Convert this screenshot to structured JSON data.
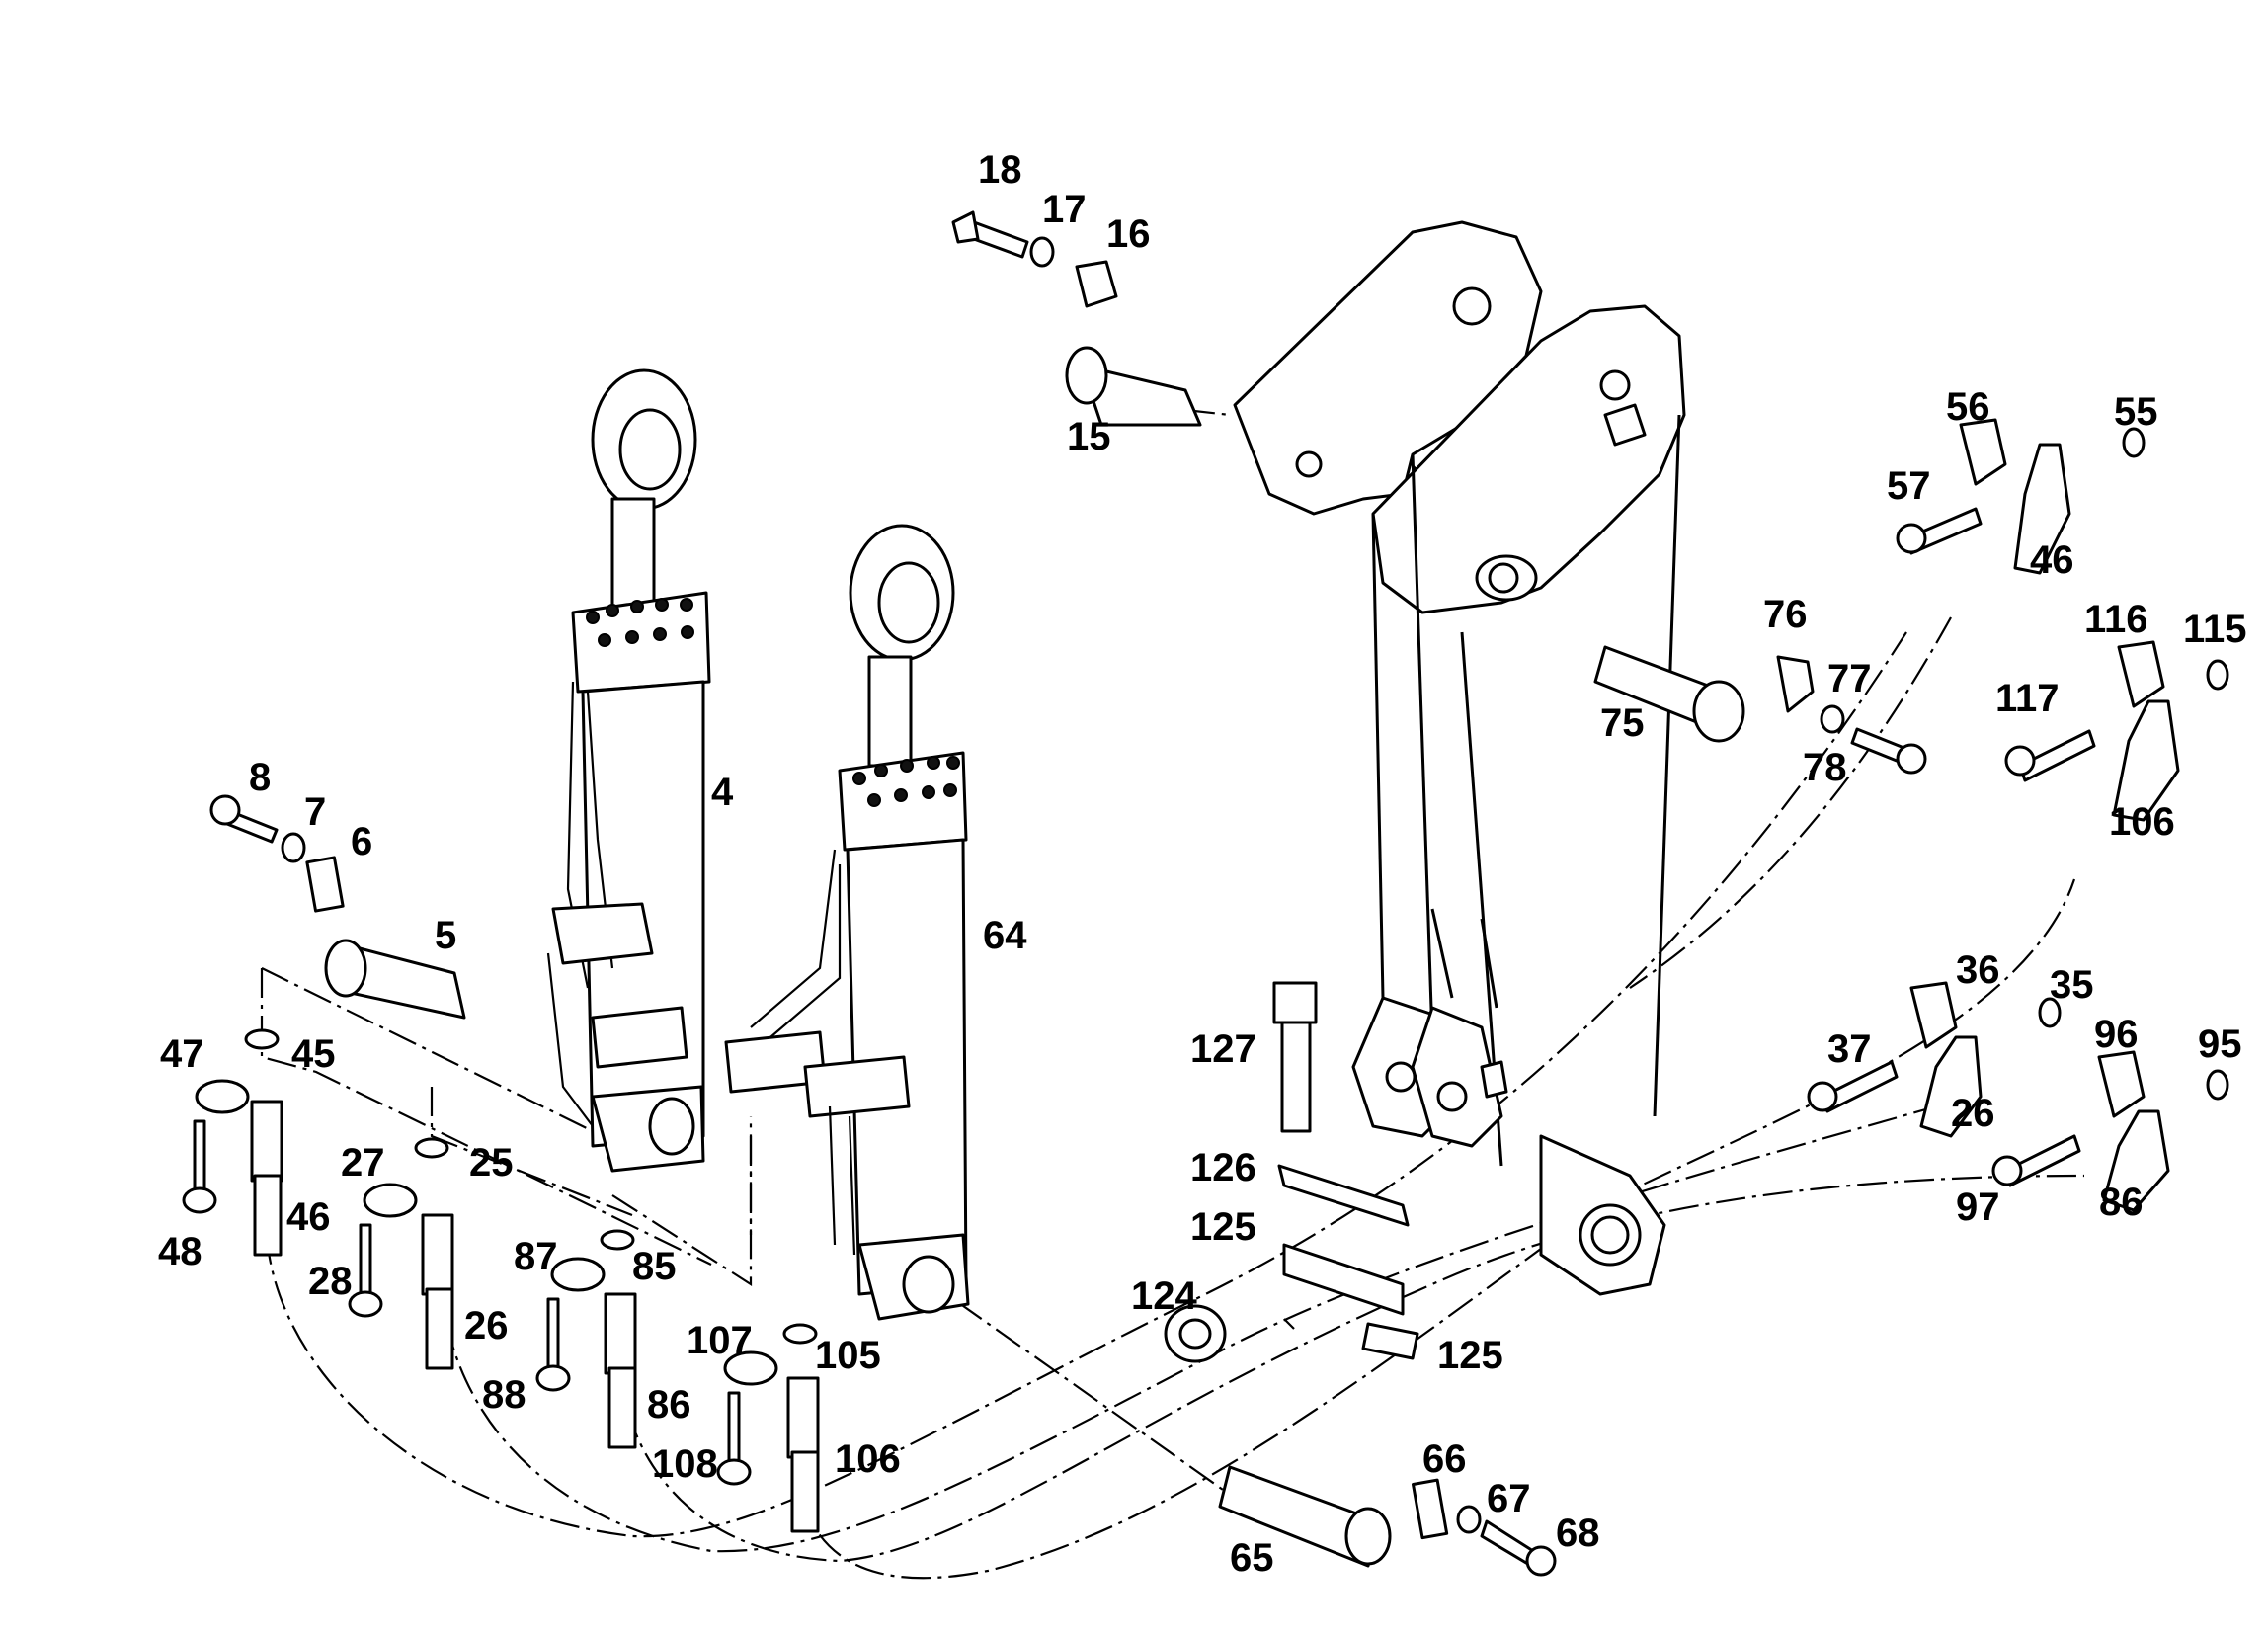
{
  "labels": {
    "p4": "4",
    "p5": "5",
    "p6": "6",
    "p7": "7",
    "p8": "8",
    "p15": "15",
    "p16": "16",
    "p17": "17",
    "p18": "18",
    "p25": "25",
    "p26a": "26",
    "p26b": "26",
    "p27": "27",
    "p28": "28",
    "p35": "35",
    "p36": "36",
    "p37": "37",
    "p45": "45",
    "p46a": "46",
    "p46b": "46",
    "p47": "47",
    "p48": "48",
    "p55": "55",
    "p56": "56",
    "p57": "57",
    "p64": "64",
    "p65": "65",
    "p66": "66",
    "p67": "67",
    "p68": "68",
    "p75": "75",
    "p76": "76",
    "p77": "77",
    "p78": "78",
    "p85": "85",
    "p86a": "86",
    "p86b": "86",
    "p87": "87",
    "p88": "88",
    "p95": "95",
    "p96": "96",
    "p97": "97",
    "p105": "105",
    "p106a": "106",
    "p106b": "106",
    "p107": "107",
    "p108": "108",
    "p115": "115",
    "p116": "116",
    "p117": "117",
    "p124": "124",
    "p125a": "125",
    "p125b": "125",
    "p126": "126",
    "p127": "127"
  }
}
